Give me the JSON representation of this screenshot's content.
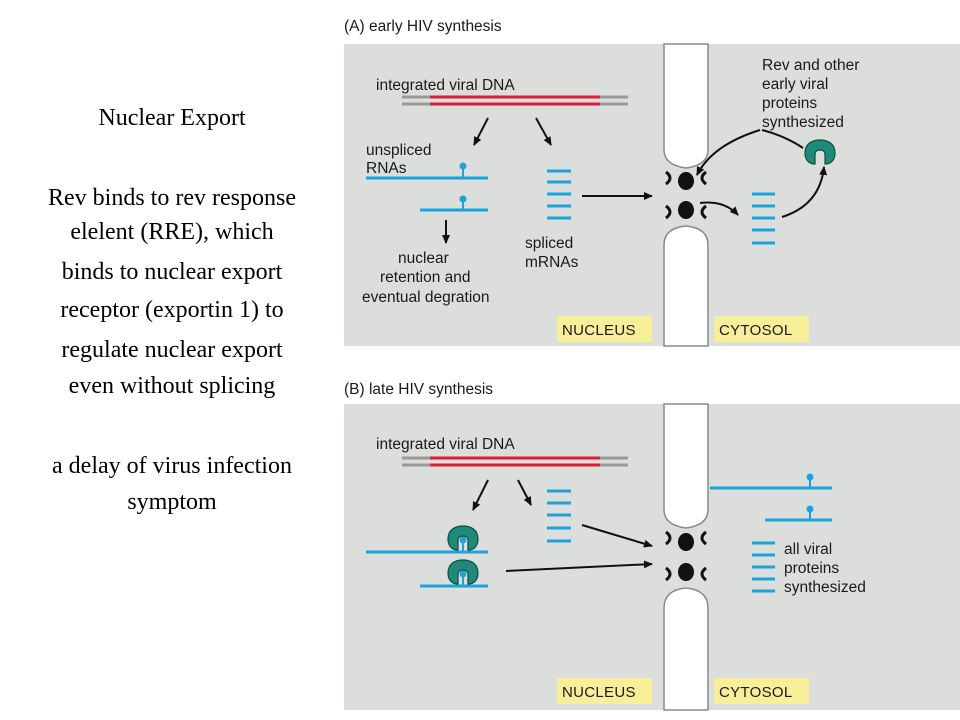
{
  "left_text": {
    "title": "Nuclear Export",
    "description": [
      "Rev binds to rev response",
      "elelent (RRE), which",
      "binds to nuclear export",
      "receptor (exportin 1) to",
      "regulate nuclear export",
      "even without splicing"
    ],
    "note": [
      "a delay of virus infection",
      "symptom"
    ]
  },
  "panel_a": {
    "title": "(A)  early HIV synthesis",
    "dna_label": "integrated viral DNA",
    "unspliced_label": [
      "unspliced",
      "RNAs"
    ],
    "spliced_label": [
      "spliced",
      "mRNAs"
    ],
    "retention_label": [
      "nuclear",
      "retention and",
      "eventual degration"
    ],
    "rev_label": [
      "Rev and other",
      "early viral",
      "proteins",
      "synthesized"
    ],
    "nucleus_label": "NUCLEUS",
    "cytosol_label": "CYTOSOL"
  },
  "panel_b": {
    "title": "(B)  late HIV synthesis",
    "dna_label": "integrated viral DNA",
    "proteins_label": [
      "all viral",
      "proteins",
      "synthesized"
    ],
    "nucleus_label": "NUCLEUS",
    "cytosol_label": "CYTOSOL"
  },
  "colors": {
    "panel_bg": "#dcdedb",
    "dna_red": "#d6203a",
    "dna_gray": "#9a9a9a",
    "rna_blue": "#1aa3dc",
    "rev_green": "#1f8a78",
    "label_yellow": "#f7ee9a"
  }
}
